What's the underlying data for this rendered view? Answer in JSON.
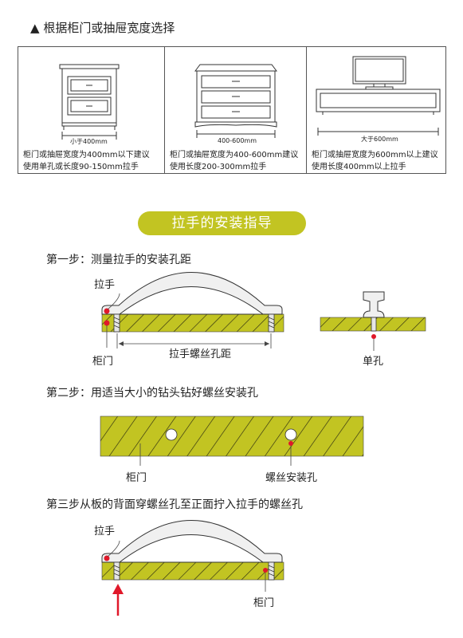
{
  "header": {
    "marker": "▲",
    "title": "根据柜门或抽屉宽度选择"
  },
  "columns": [
    {
      "dim": "小于400mm",
      "line1": "柜门或抽屉宽度为400mm以下建议",
      "line2": "使用单孔或长度90-150mm拉手"
    },
    {
      "dim": "400-600mm",
      "line1": "柜门或抽屉宽度为400-600mm建议",
      "line2": "使用长度200-300mm拉手"
    },
    {
      "dim": "大于600mm",
      "line1": "柜门或抽屉宽度为600mm以上建议",
      "line2": "使用长度400mm以上拉手"
    }
  ],
  "guide_title": "拉手的安装指导",
  "step1": {
    "title": "第一步：测量拉手的安装孔距",
    "handle_label": "拉手",
    "door_label": "柜门",
    "distance_label": "拉手螺丝孔距",
    "single_hole_label": "单孔"
  },
  "step2": {
    "title": "第二步：用适当大小的钻头钻好螺丝安装孔",
    "door_label": "柜门",
    "hole_label": "螺丝安装孔"
  },
  "step3": {
    "title": "第三步从板的背面穿螺丝孔至正面拧入拉手的螺丝孔",
    "handle_label": "拉手",
    "door_label": "柜门"
  },
  "colors": {
    "board": "#c2c422",
    "accent_red": "#e0182a",
    "pill": "#c2c422"
  }
}
